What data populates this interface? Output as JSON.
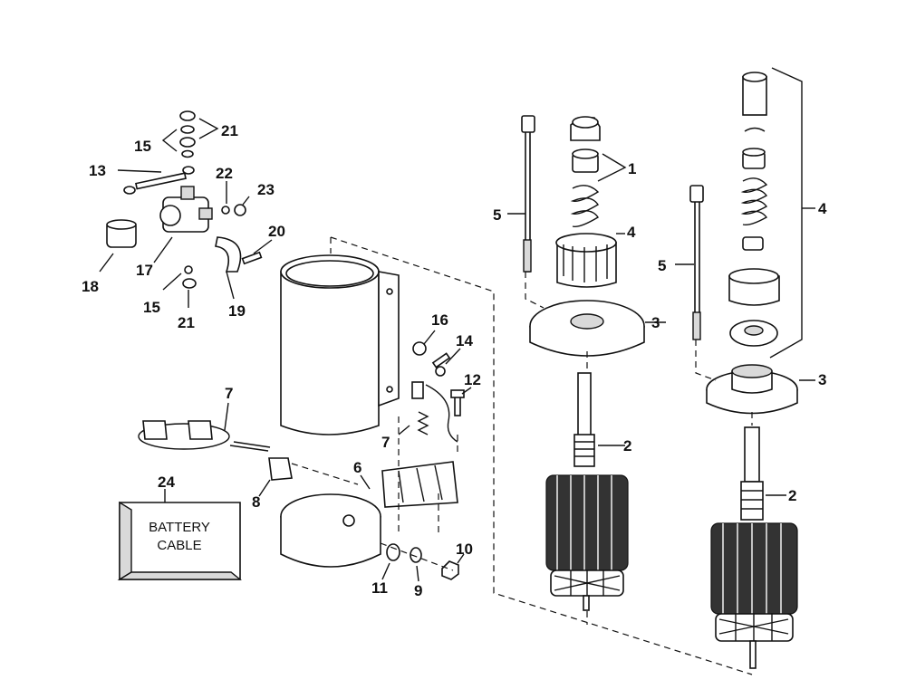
{
  "callouts": {
    "c1": "1",
    "c2a": "2",
    "c2b": "2",
    "c3a": "3",
    "c3b": "3",
    "c4a": "4",
    "c4b": "4",
    "c5a": "5",
    "c5b": "5",
    "c6": "6",
    "c7a": "7",
    "c7b": "7",
    "c8": "8",
    "c9": "9",
    "c10": "10",
    "c11": "11",
    "c12": "12",
    "c13": "13",
    "c14": "14",
    "c15a": "15",
    "c15b": "15",
    "c16": "16",
    "c17": "17",
    "c18": "18",
    "c19": "19",
    "c20": "20",
    "c21a": "21",
    "c21b": "21",
    "c22": "22",
    "c23": "23",
    "c24": "24"
  },
  "battery_box": {
    "line1": "BATTERY",
    "line2": "CABLE"
  }
}
